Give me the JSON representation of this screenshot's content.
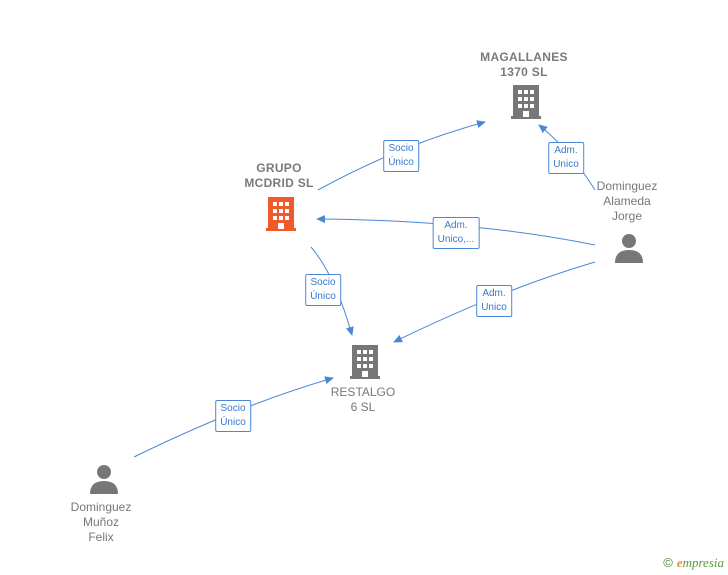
{
  "nodes": {
    "magallanes": {
      "line1": "MAGALLANES",
      "line2": "1370  SL",
      "type": "company",
      "color": "#777777"
    },
    "grupo": {
      "line1": "GRUPO",
      "line2": "MCDRID  SL",
      "type": "company",
      "color": "#ef5a2a"
    },
    "restalgo": {
      "line1": "RESTALGO",
      "line2": "6  SL",
      "type": "company",
      "color": "#777777"
    },
    "jorge": {
      "line1": "Dominguez",
      "line2": "Alameda",
      "line3": "Jorge",
      "type": "person"
    },
    "felix": {
      "line1": "Dominguez",
      "line2": "Muñoz",
      "line3": "Felix",
      "type": "person"
    }
  },
  "edges": {
    "grupo_magallanes": {
      "line1": "Socio",
      "line2": "Único"
    },
    "jorge_magallanes": {
      "line1": "Adm.",
      "line2": "Unico"
    },
    "jorge_grupo": {
      "line1": "Adm.",
      "line2": "Unico,..."
    },
    "grupo_restalgo": {
      "line1": "Socio",
      "line2": "Único"
    },
    "jorge_restalgo": {
      "line1": "Adm.",
      "line2": "Unico"
    },
    "felix_restalgo": {
      "line1": "Socio",
      "line2": "Único"
    }
  },
  "colors": {
    "edge": "#4a88d6",
    "company": "#777777",
    "highlight": "#ef5a2a",
    "person": "#777777"
  },
  "brand": {
    "copyright": "©",
    "e": "e",
    "name": "mpresia"
  }
}
